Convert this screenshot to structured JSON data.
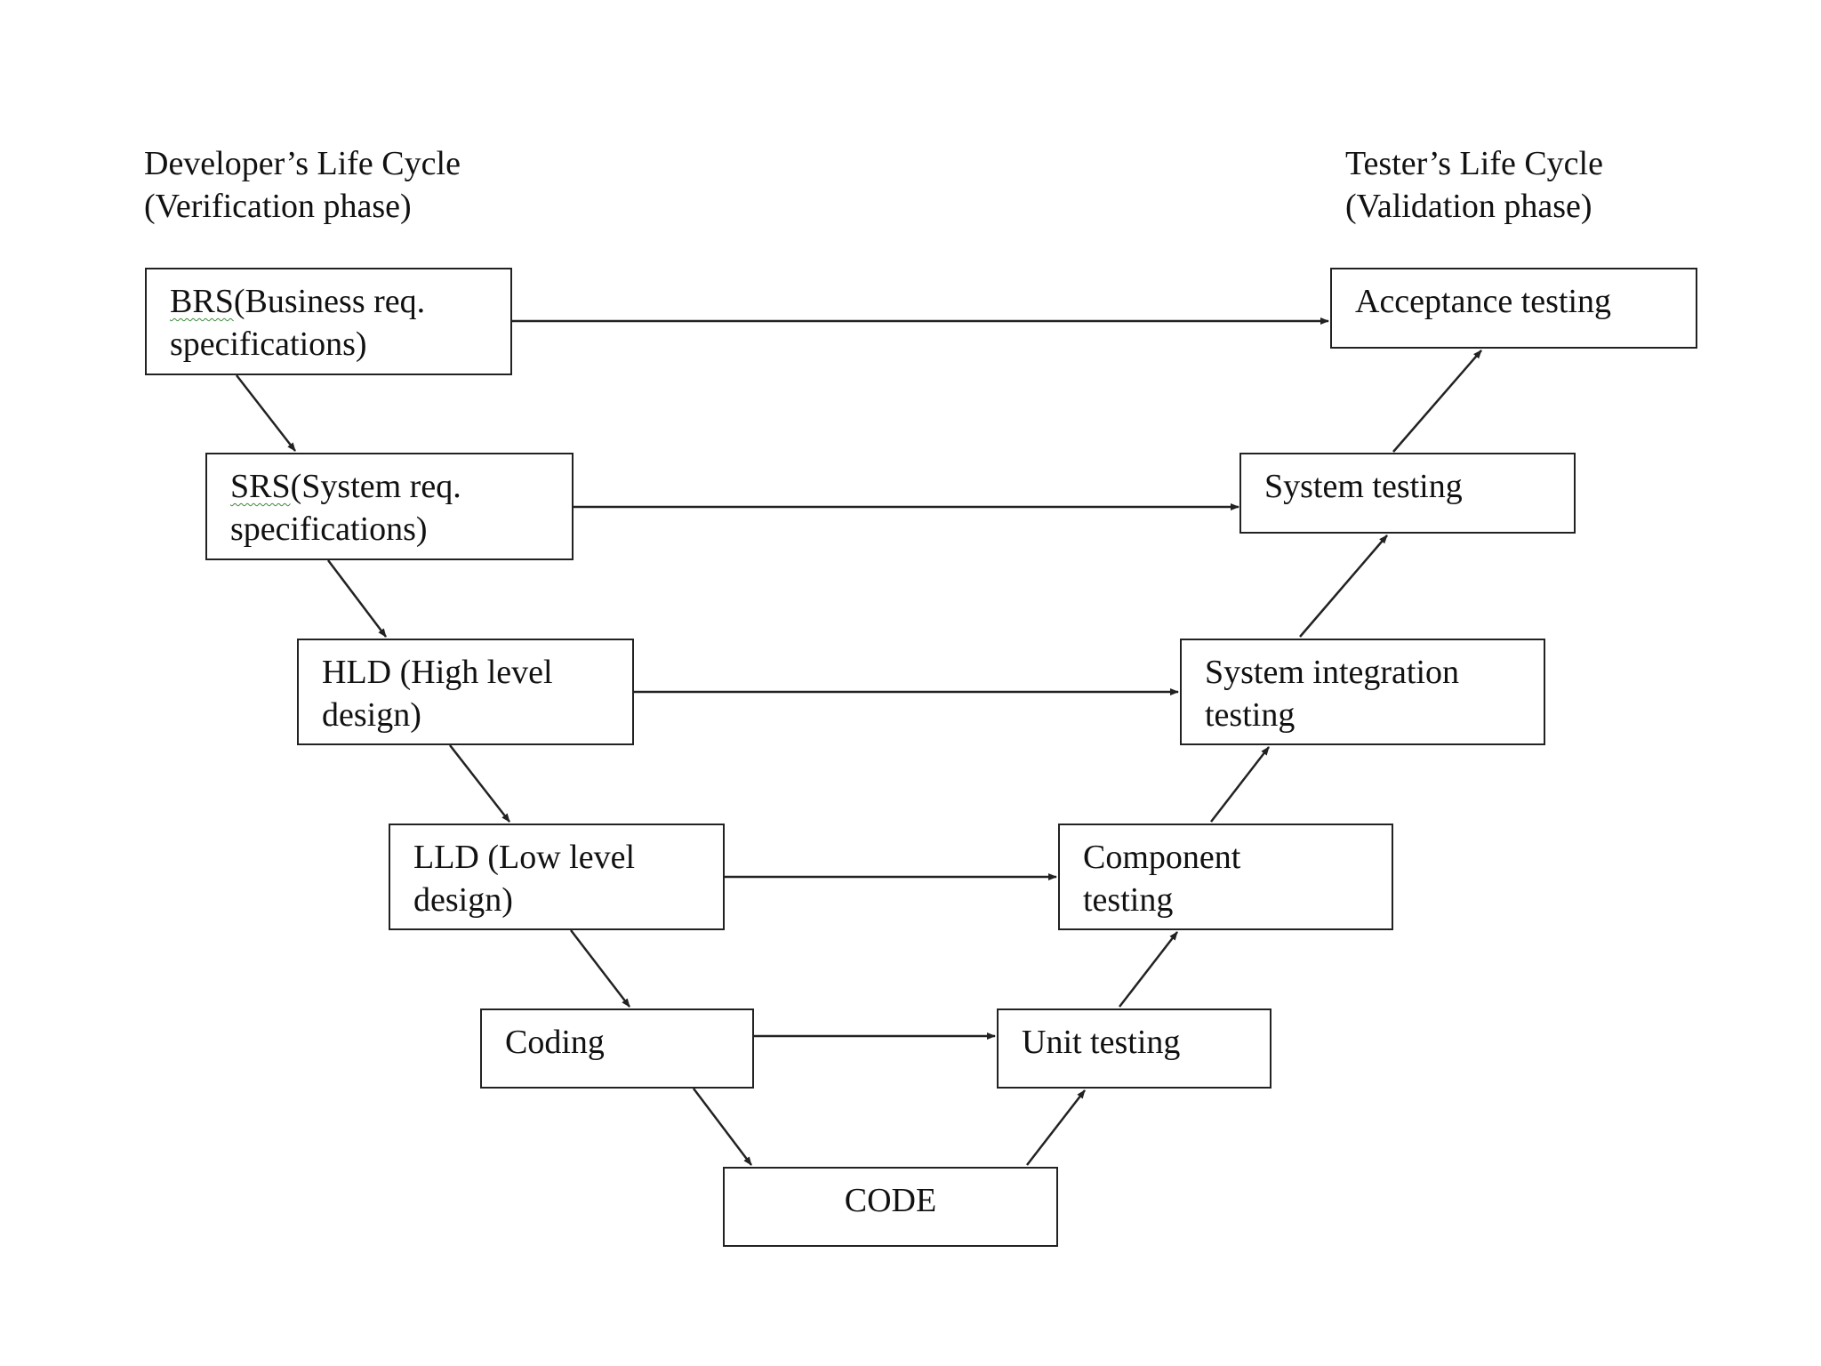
{
  "developer_header": {
    "line1": "Developer’s Life Cycle",
    "line2": "(Verification phase)"
  },
  "tester_header": {
    "line1": "Tester’s Life Cycle",
    "line2": "(Validation phase)"
  },
  "left_boxes": {
    "brs": {
      "abbr": "BRS",
      "rest1": "(Business req.",
      "line2": "specifications)"
    },
    "srs": {
      "abbr": "SRS",
      "rest1": "(System req.",
      "line2": "specifications)"
    },
    "hld": {
      "line1": "HLD (High level",
      "line2": "design)"
    },
    "lld": {
      "line1": "LLD (Low level",
      "line2": "design)"
    },
    "coding": {
      "line1": "Coding"
    }
  },
  "bottom_box": {
    "label": "CODE"
  },
  "right_boxes": {
    "acceptance": {
      "line1": "Acceptance testing"
    },
    "system": {
      "line1": "System testing"
    },
    "integration": {
      "line1": "System integration",
      "line2": "testing"
    },
    "component": {
      "line1": "Component",
      "line2": "testing"
    },
    "unit": {
      "line1": "Unit testing"
    }
  },
  "colors": {
    "stroke": "#222222",
    "text": "#111111",
    "spellcheck_underline": "#3a8a3a"
  }
}
